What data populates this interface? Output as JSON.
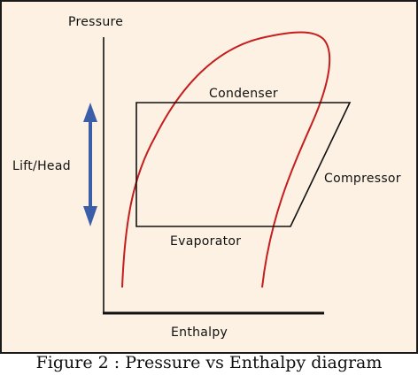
{
  "labels": {
    "y_axis": "Pressure",
    "x_axis": "Enthalpy",
    "lift": "Lift/Head",
    "condenser": "Condenser",
    "evaporator": "Evaporator",
    "compressor": "Compressor"
  },
  "caption": "Figure 2 : Pressure vs Enthalpy diagram",
  "colors": {
    "background": "#fdf1e3",
    "saturation_curve": "#c41e1e",
    "cycle": "#111111",
    "arrow": "#3a5fa8"
  },
  "icons": {
    "lift_arrow": "double-headed-vertical-arrow"
  }
}
